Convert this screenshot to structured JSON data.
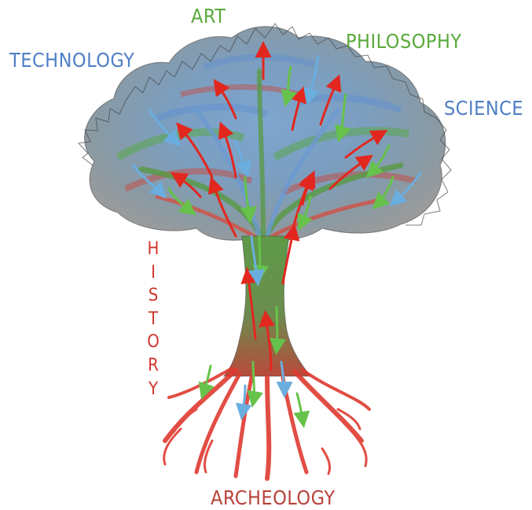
{
  "colors": {
    "technology": "#4f7fc4",
    "art": "#5aaa3c",
    "philosophy": "#5aaa3c",
    "science": "#4f7fc4",
    "history": "#d0342c",
    "archeology": "#b8423a",
    "branch_green": "#58a24a",
    "branch_blue": "#6b9ad0",
    "branch_red": "#d64b3e",
    "foliage_grey": "#8a8a8a"
  },
  "labels": {
    "technology": "TECHNOLOGY",
    "art": "ART",
    "philosophy": "PHILOSOPHY",
    "science": "SCIENCE",
    "history": [
      "H",
      "I",
      "S",
      "T",
      "O",
      "R",
      "Y"
    ],
    "archeology": "ARCHEOLOGY"
  },
  "arrows": {
    "red": "growth upward from roots",
    "green": "flow downward",
    "blue": "flow downward"
  }
}
